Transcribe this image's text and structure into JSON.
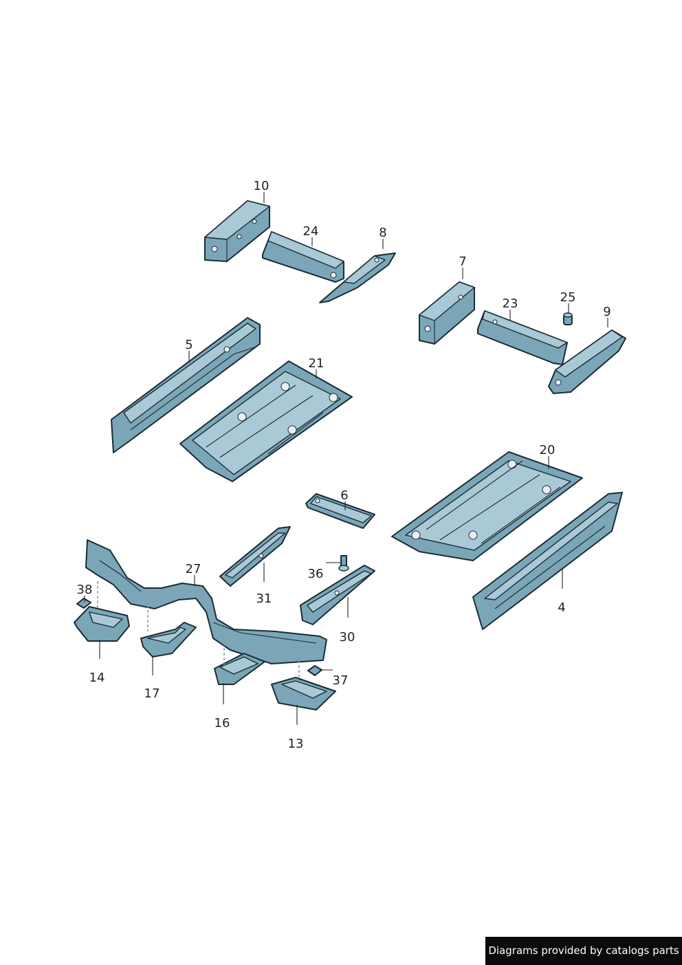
{
  "diagram": {
    "callouts": [
      "10",
      "24",
      "8",
      "7",
      "23",
      "25",
      "9",
      "5",
      "21",
      "20",
      "6",
      "4",
      "27",
      "38",
      "36",
      "31",
      "30",
      "14",
      "17",
      "37",
      "16",
      "13"
    ]
  },
  "credit": "Diagrams provided by catalogs parts",
  "colors": {
    "part_fill": "#7aa6b8",
    "part_outline": "#1a2a33",
    "credit_bg": "#0b0b0b"
  }
}
